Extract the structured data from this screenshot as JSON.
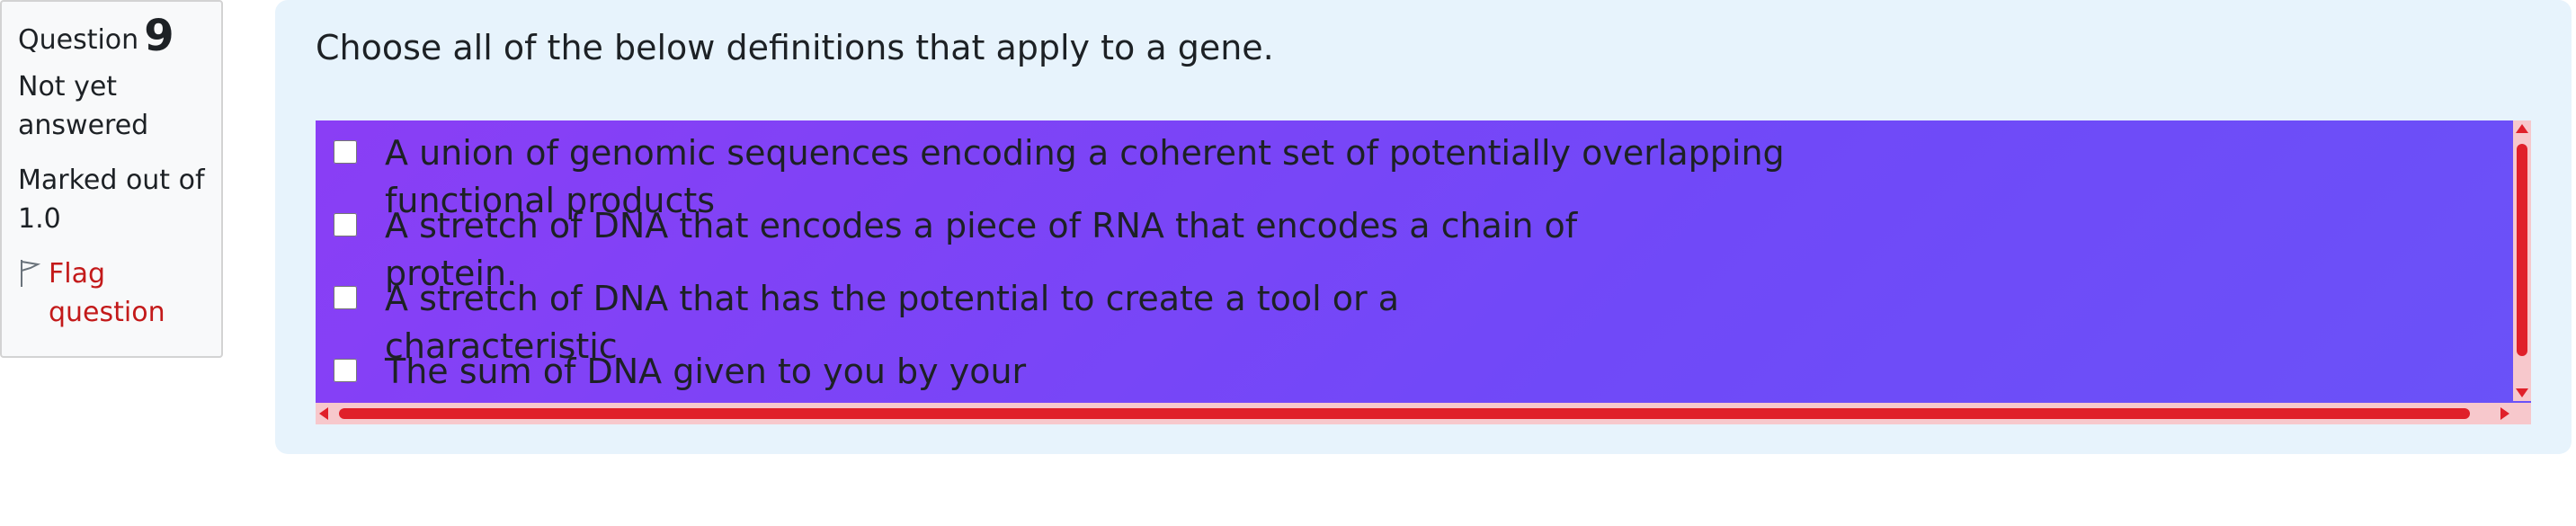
{
  "info": {
    "question_label": "Question",
    "question_number": "9",
    "state": "Not yet answered",
    "grade": "Marked out of 1.0",
    "flag_label": "Flag question"
  },
  "question": {
    "text": "Choose all of the below definitions that apply to a gene.",
    "options": [
      {
        "label": "A union of genomic sequences encoding a coherent set of potentially overlapping functional products",
        "checked": false
      },
      {
        "label": "A stretch of DNA that encodes a piece of RNA that encodes a chain of protein.",
        "checked": false
      },
      {
        "label": "A stretch of DNA that has the potential to create a tool or a characteristic",
        "checked": false
      },
      {
        "label": "The sum of DNA given to you by your",
        "checked": false
      }
    ]
  },
  "colors": {
    "accent_red": "#c31a1a",
    "panel_bg": "#e7f3fc",
    "answer_bg": "#8a3ef5",
    "scrollbar": "#e0202a"
  }
}
